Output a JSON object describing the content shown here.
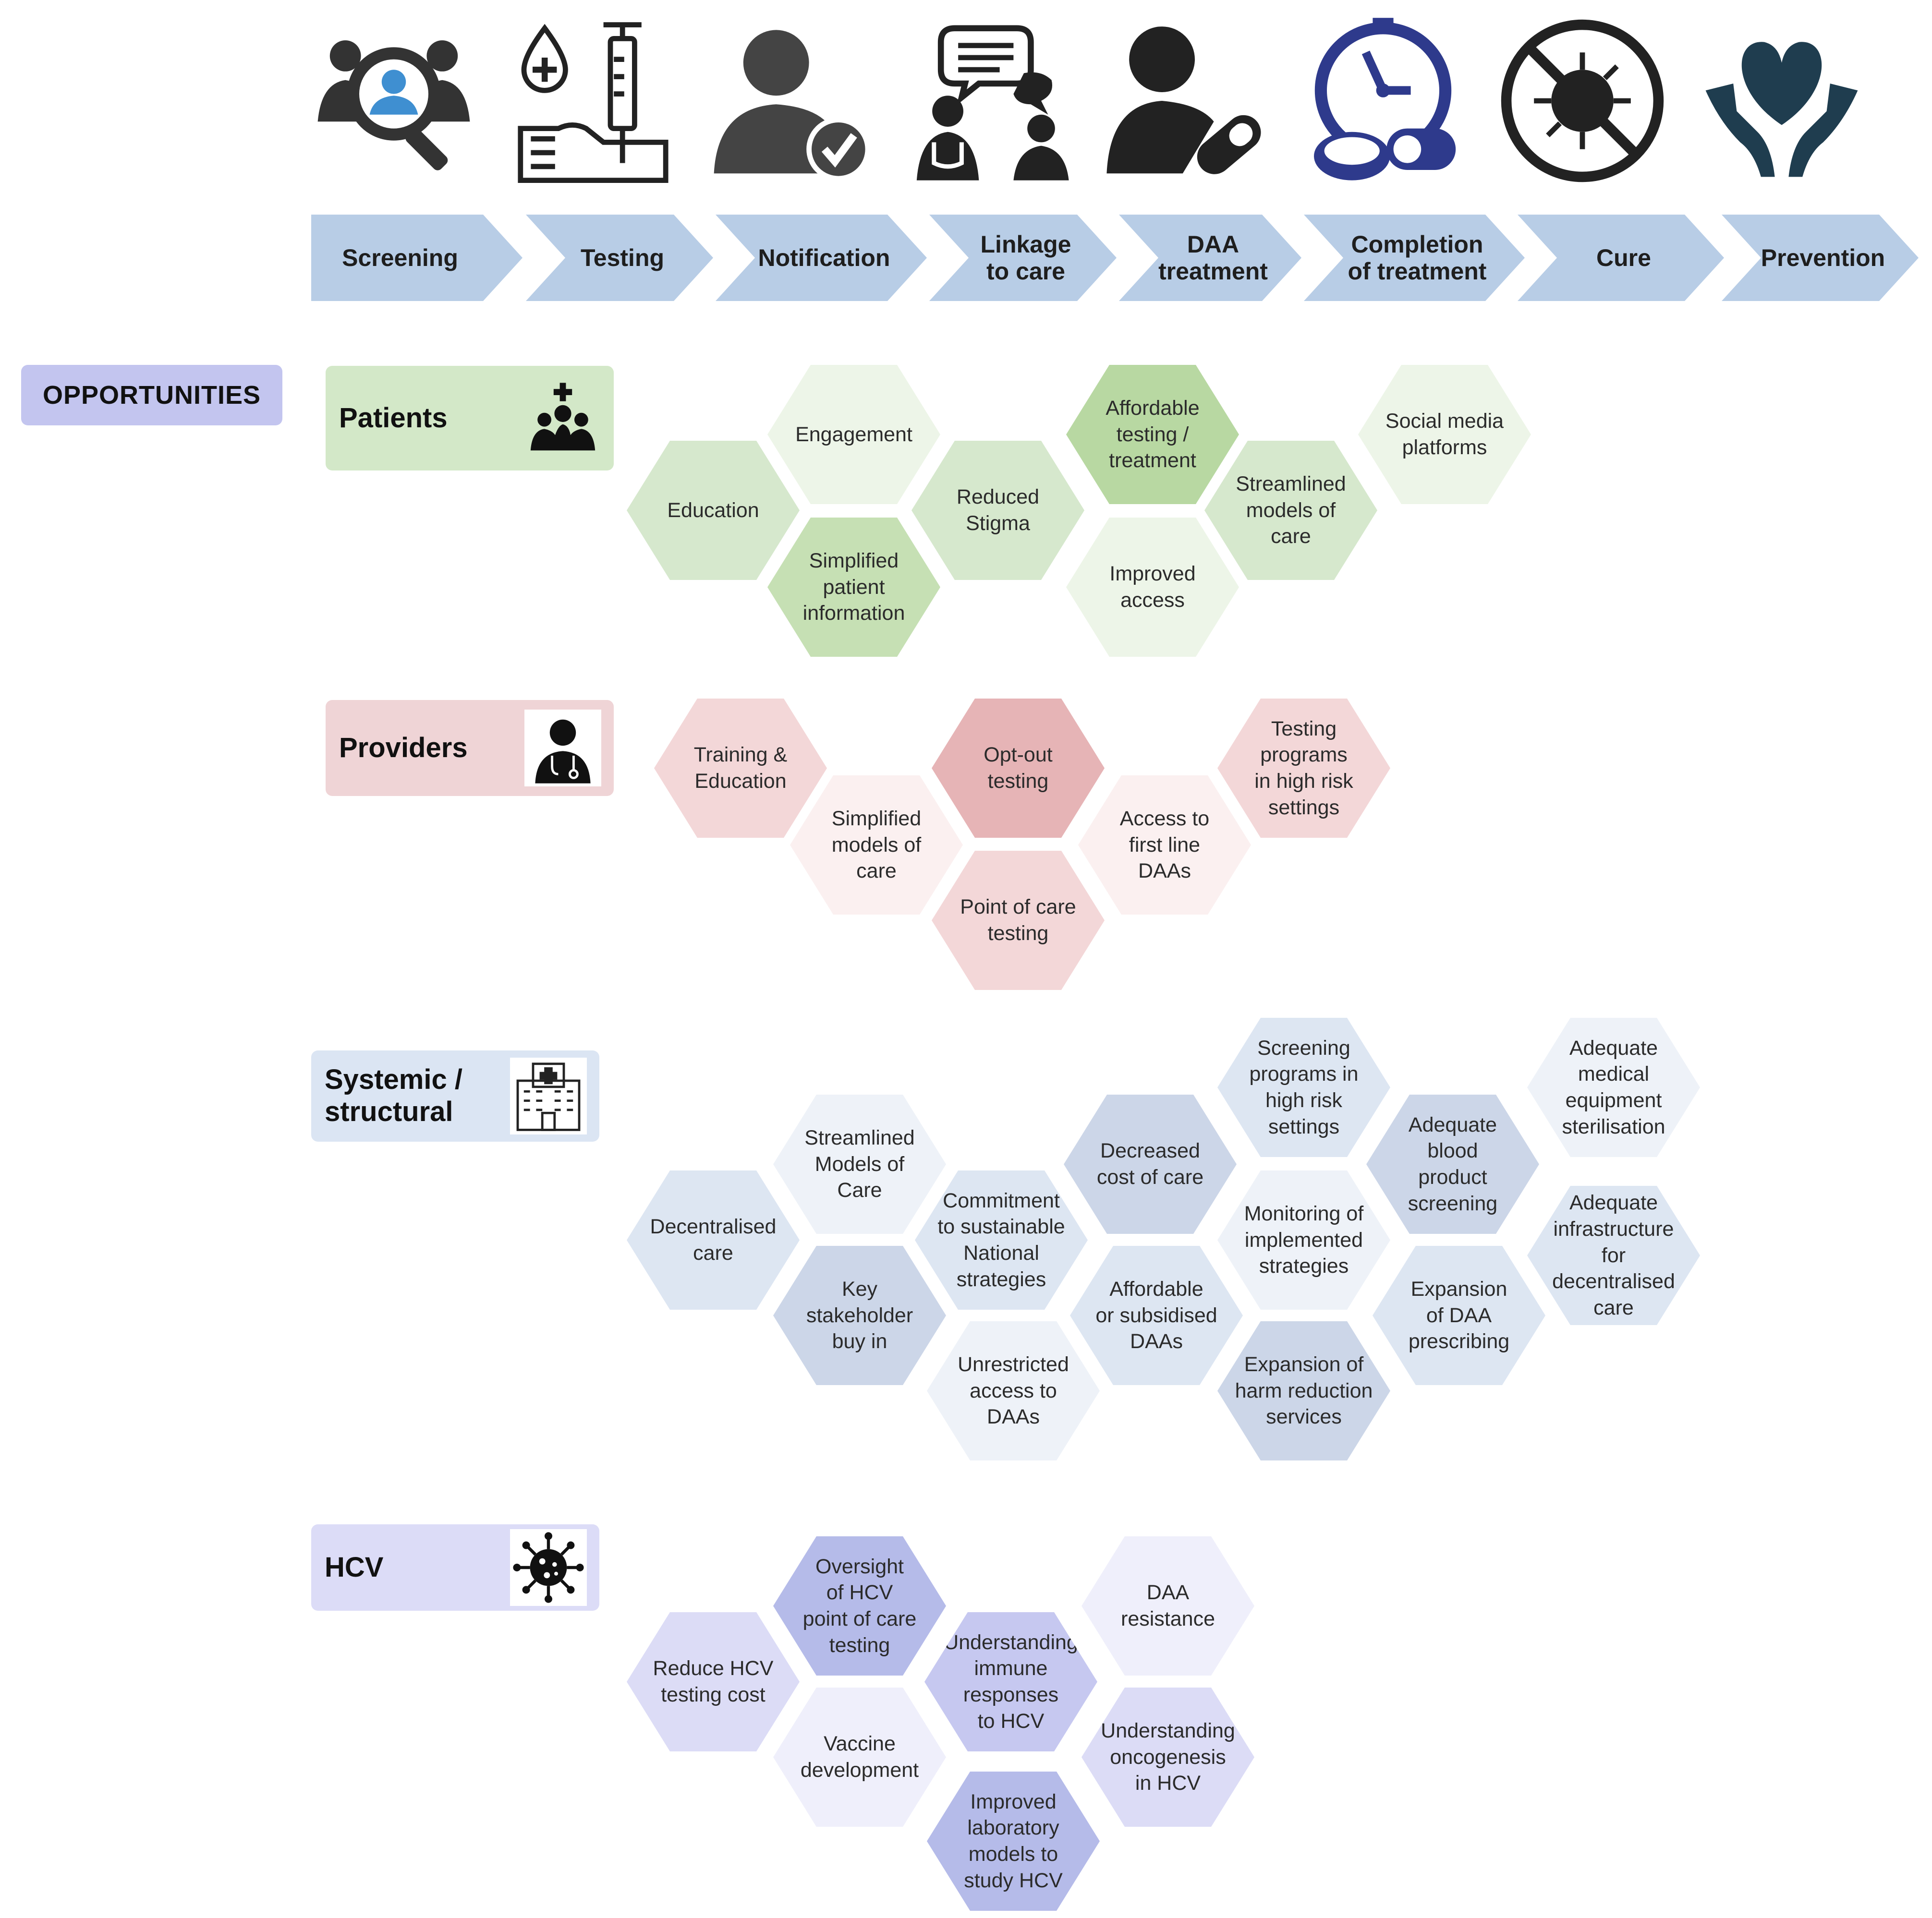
{
  "steps": [
    {
      "id": "screening",
      "lines": [
        "Screening"
      ],
      "icon": "screening-magnifier-people-icon"
    },
    {
      "id": "testing",
      "lines": [
        "Testing"
      ],
      "icon": "blood-drop-syringe-icon"
    },
    {
      "id": "notification",
      "lines": [
        "Notification"
      ],
      "icon": "person-checkmark-icon"
    },
    {
      "id": "linkage",
      "lines": [
        "Linkage",
        "to care"
      ],
      "icon": "doctor-patient-chat-icon"
    },
    {
      "id": "daa",
      "lines": [
        "DAA",
        "treatment"
      ],
      "icon": "person-pill-icon"
    },
    {
      "id": "completion",
      "lines": [
        "Completion",
        "of treatment"
      ],
      "icon": "clock-pills-icon"
    },
    {
      "id": "cure",
      "lines": [
        "Cure"
      ],
      "icon": "no-virus-icon"
    },
    {
      "id": "prevention",
      "lines": [
        "Prevention"
      ],
      "icon": "hands-heart-icon"
    }
  ],
  "opportunities_label": "OPPORTUNITIES",
  "categories": {
    "patients": {
      "lines": [
        "Patients"
      ],
      "icon": "patient-group-icon"
    },
    "providers": {
      "lines": [
        "Providers"
      ],
      "icon": "doctor-icon"
    },
    "systemic": {
      "lines": [
        "Systemic /",
        "structural"
      ],
      "icon": "hospital-icon"
    },
    "hcv": {
      "lines": [
        "HCV"
      ],
      "icon": "virus-icon"
    }
  },
  "hex_groups": {
    "patients": [
      {
        "lines": [
          "Education"
        ],
        "shade": "g2"
      },
      {
        "lines": [
          "Engagement"
        ],
        "shade": "g1"
      },
      {
        "lines": [
          "Simplified",
          "patient",
          "information"
        ],
        "shade": "g3"
      },
      {
        "lines": [
          "Reduced",
          "Stigma"
        ],
        "shade": "g2"
      },
      {
        "lines": [
          "Affordable",
          "testing /",
          "treatment"
        ],
        "shade": "g4"
      },
      {
        "lines": [
          "Improved",
          "access"
        ],
        "shade": "g1"
      },
      {
        "lines": [
          "Streamlined",
          "models of",
          "care"
        ],
        "shade": "g2"
      },
      {
        "lines": [
          "Social media",
          "platforms"
        ],
        "shade": "g1"
      }
    ],
    "providers": [
      {
        "lines": [
          "Training &",
          "Education"
        ],
        "shade": "r2"
      },
      {
        "lines": [
          "Simplified",
          "models of",
          "care"
        ],
        "shade": "r1"
      },
      {
        "lines": [
          "Opt-out",
          "testing"
        ],
        "shade": "r3"
      },
      {
        "lines": [
          "Point of care",
          "testing"
        ],
        "shade": "r2"
      },
      {
        "lines": [
          "Access to",
          "first line",
          "DAAs"
        ],
        "shade": "r1"
      },
      {
        "lines": [
          "Testing",
          "programs",
          "in high risk",
          "settings"
        ],
        "shade": "r2"
      }
    ],
    "systemic": [
      {
        "lines": [
          "Decentralised",
          "care"
        ],
        "shade": "b2"
      },
      {
        "lines": [
          "Streamlined",
          "Models of",
          "Care"
        ],
        "shade": "b1"
      },
      {
        "lines": [
          "Key",
          "stakeholder",
          "buy in"
        ],
        "shade": "b3"
      },
      {
        "lines": [
          "Commitment",
          "to sustainable",
          "National",
          "strategies"
        ],
        "shade": "b2"
      },
      {
        "lines": [
          "Unrestricted",
          "access to",
          "DAAs"
        ],
        "shade": "b1"
      },
      {
        "lines": [
          "Decreased",
          "cost of care"
        ],
        "shade": "b3"
      },
      {
        "lines": [
          "Affordable",
          "or subsidised",
          "DAAs"
        ],
        "shade": "b2"
      },
      {
        "lines": [
          "Screening",
          "programs in",
          "high risk",
          "settings"
        ],
        "shade": "b2"
      },
      {
        "lines": [
          "Monitoring of",
          "implemented",
          "strategies"
        ],
        "shade": "b1"
      },
      {
        "lines": [
          "Expansion of",
          "harm reduction",
          "services"
        ],
        "shade": "b3"
      },
      {
        "lines": [
          "Adequate",
          "blood",
          "product",
          "screening"
        ],
        "shade": "b3"
      },
      {
        "lines": [
          "Expansion",
          "of DAA",
          "prescribing"
        ],
        "shade": "b2"
      },
      {
        "lines": [
          "Adequate",
          "medical",
          "equipment",
          "sterilisation"
        ],
        "shade": "b1"
      },
      {
        "lines": [
          "Adequate",
          "infrastructure",
          "for decentralised",
          "care"
        ],
        "shade": "b2"
      }
    ],
    "hcv": [
      {
        "lines": [
          "Reduce HCV",
          "testing cost"
        ],
        "shade": "p2"
      },
      {
        "lines": [
          "Oversight",
          "of HCV",
          "point of care",
          "testing"
        ],
        "shade": "p4"
      },
      {
        "lines": [
          "Vaccine",
          "development"
        ],
        "shade": "p1"
      },
      {
        "lines": [
          "Understanding",
          "immune",
          "responses",
          "to HCV"
        ],
        "shade": "p3"
      },
      {
        "lines": [
          "Improved",
          "laboratory",
          "models to",
          "study HCV"
        ],
        "shade": "p4"
      },
      {
        "lines": [
          "DAA",
          "resistance"
        ],
        "shade": "p1"
      },
      {
        "lines": [
          "Understanding",
          "oncogenesis",
          "in HCV"
        ],
        "shade": "p2"
      }
    ]
  }
}
